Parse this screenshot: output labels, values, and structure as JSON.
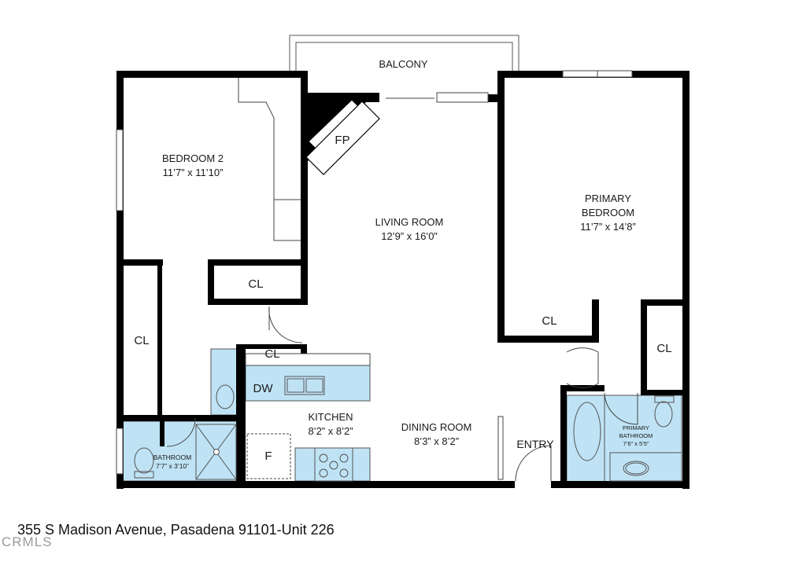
{
  "floorplan": {
    "address": "355 S Madison Avenue, Pasadena 91101-Unit 226",
    "watermark": "CRMLS",
    "fill_color": "#bfe3f5",
    "wall_color": "#000000",
    "rooms": {
      "balcony": {
        "name": "BALCONY"
      },
      "bedroom2": {
        "name": "BEDROOM 2",
        "size": "11’7” x 11’10”"
      },
      "living": {
        "name": "LIVING ROOM",
        "size": "12’9” x 16’0”"
      },
      "primary_bedroom": {
        "name1": "PRIMARY",
        "name2": "BEDROOM",
        "size": "11’7” x 14’8”"
      },
      "kitchen": {
        "name": "KITCHEN",
        "size": "8’2” x 8’2”"
      },
      "dining": {
        "name": "DINING ROOM",
        "size": "8’3” x 8’2”"
      },
      "bathroom": {
        "name": "BATHROOM",
        "size": "7’7” x 3’10”"
      },
      "primary_bathroom": {
        "name1": "PRIMARY",
        "name2": "BATHROOM",
        "size": "7’6” x 5’5”"
      }
    },
    "labels": {
      "fireplace": "FP",
      "closet": "CL",
      "dishwasher": "DW",
      "fridge": "F",
      "entry": "ENTRY"
    }
  }
}
